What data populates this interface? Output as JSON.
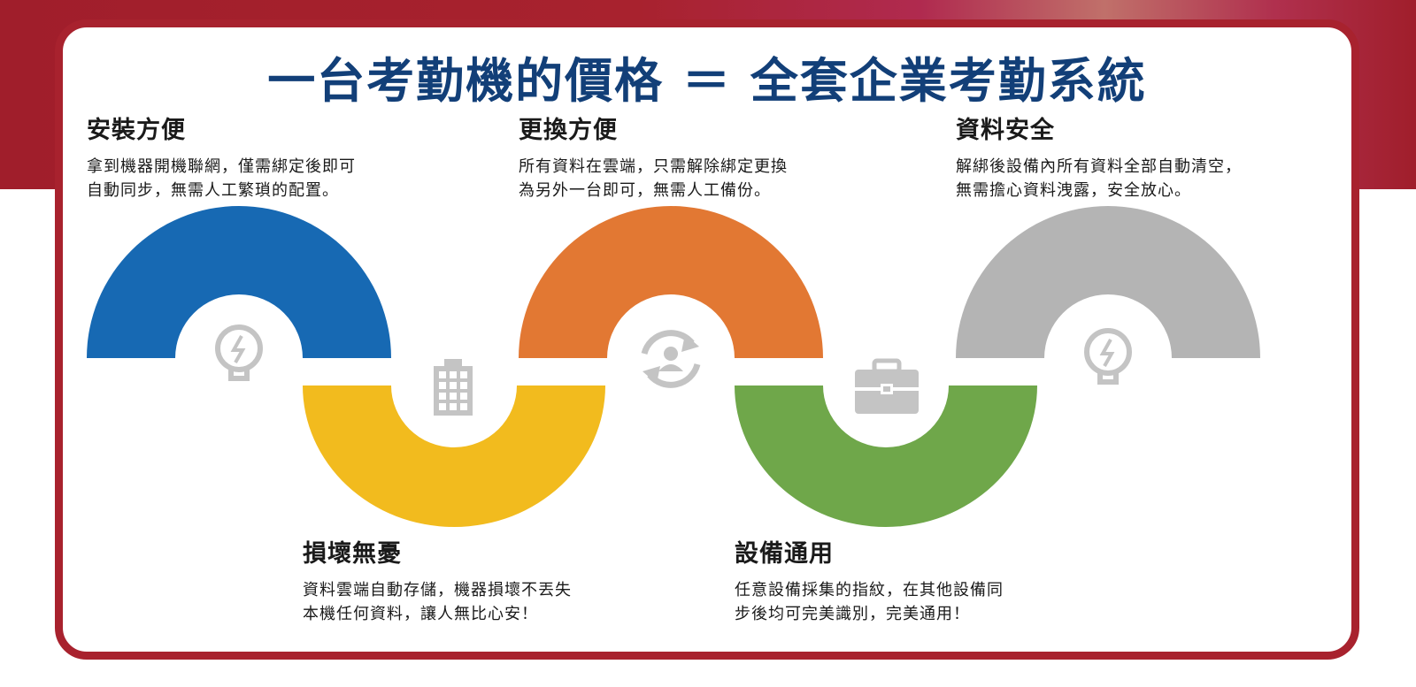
{
  "title": "一台考勤機的價格 ＝ 全套企業考勤系統",
  "features": [
    {
      "heading": "安裝方便",
      "line1": "拿到機器開機聯網，僅需綁定後即可",
      "line2": "自動同步，無需人工繁瑣的配置。",
      "color": "#1769b3",
      "icon": "lightbulb-icon"
    },
    {
      "heading": "損壞無憂",
      "line1": "資料雲端自動存儲，機器損壞不丟失",
      "line2": "本機任何資料，讓人無比心安！",
      "color": "#f2bb1e",
      "icon": "building-icon"
    },
    {
      "heading": "更換方便",
      "line1": "所有資料在雲端，只需解除綁定更換",
      "line2": "為另外一台即可，無需人工備份。",
      "color": "#e27833",
      "icon": "user-sync-icon"
    },
    {
      "heading": "設備通用",
      "line1": "任意設備採集的指紋，在其他設備同",
      "line2": "步後均可完美識別，完美通用！",
      "color": "#6fa74a",
      "icon": "briefcase-icon"
    },
    {
      "heading": "資料安全",
      "line1": "解綁後設備內所有資料全部自動清空，",
      "line2": "無需擔心資料洩露，安全放心。",
      "color": "#b4b4b4",
      "icon": "lightbulb-icon"
    }
  ],
  "colors": {
    "background_band": "#a8222e",
    "card_border": "#a8222e",
    "title": "#123f78",
    "icon": "#c4c4c4"
  }
}
